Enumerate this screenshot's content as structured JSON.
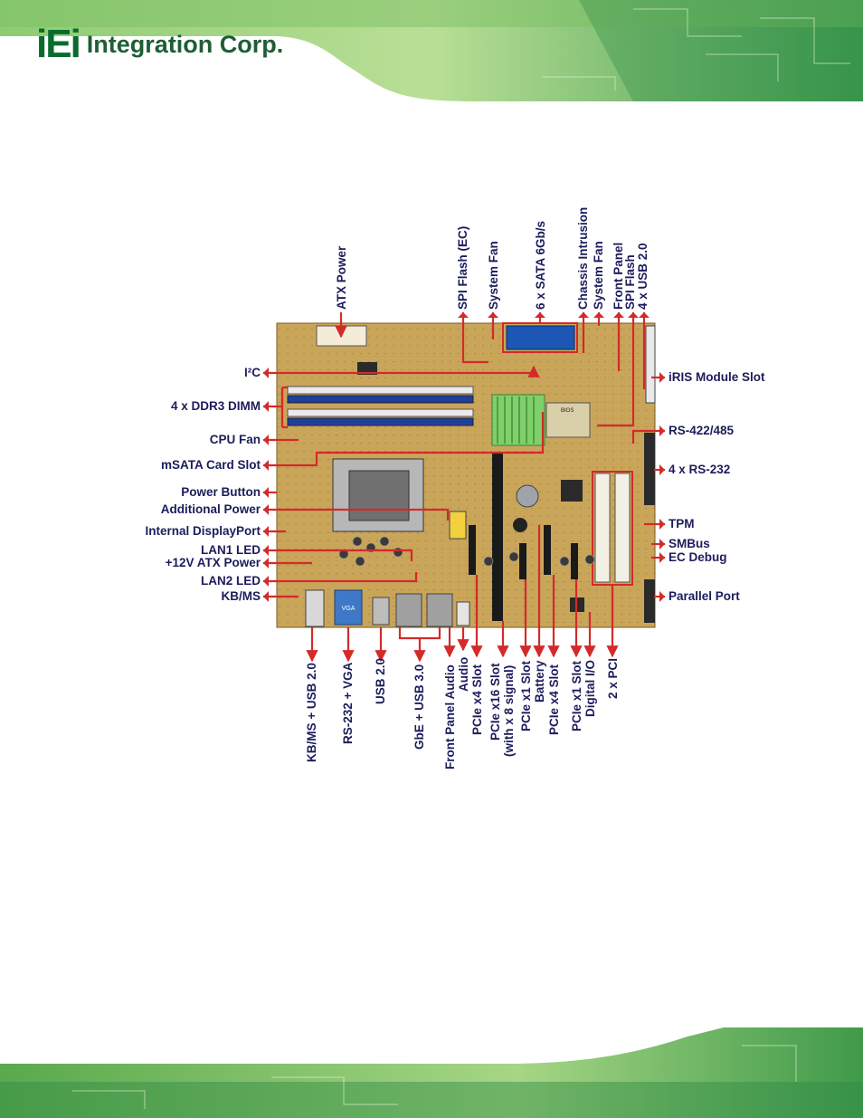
{
  "header": {
    "logo_mark": "iEi",
    "logo_text": "Integration Corp."
  },
  "figure": {
    "left_labels": [
      "I²C",
      "4 x DDR3 DIMM",
      "CPU Fan",
      "mSATA Card Slot",
      "Power Button",
      "Additional Power",
      "Internal DisplayPort",
      "LAN1 LED",
      "+12V ATX Power",
      "LAN2 LED",
      "KB/MS"
    ],
    "right_labels": [
      "iRIS Module Slot",
      "RS-422/485",
      "4 x RS-232",
      "TPM",
      "SMBus",
      "EC Debug",
      "Parallel Port"
    ],
    "top_labels": [
      "ATX Power",
      "SPI Flash (EC)",
      "System Fan",
      "6 x SATA 6Gb/s",
      "Chassis Intrusion",
      "System Fan",
      "Front Panel",
      "SPI Flash",
      "4 x USB 2.0"
    ],
    "bottom_labels": [
      "KB/MS + USB 2.0",
      "RS-232 + VGA",
      "USB 2.0",
      "GbE + USB 3.0",
      "Front Panel Audio",
      "Audio",
      "PCIe x4 Slot",
      "PCIe x16 Slot",
      "(with x 8 signal)",
      "PCIe x1 Slot",
      "Battery",
      "PCIe x4 Slot",
      "PCIe x1 Slot",
      "Digital I/O",
      "2 x PCI"
    ],
    "board_marks": [
      "VGA",
      "BIOS"
    ]
  },
  "colors": {
    "label_text": "#1c1c5c",
    "callout": "#d42a2a",
    "board": "#c9a55a",
    "brand_green": "#0a6b2e"
  }
}
